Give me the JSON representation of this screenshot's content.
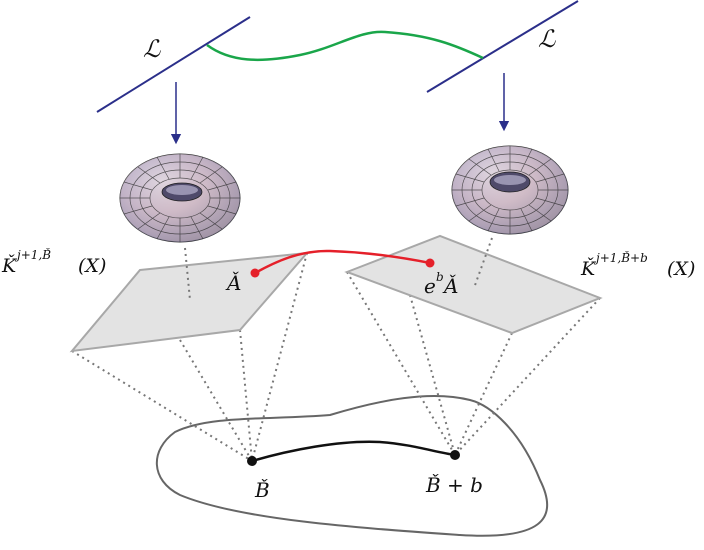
{
  "labels": {
    "line_left": "ℒ",
    "line_right": "ℒ",
    "plane_left": "Ǩ",
    "plane_left_sup": "j+1,B̌",
    "plane_left_arg": "(X)",
    "plane_right": "Ǩ",
    "plane_right_sup": "j+1,B̌+b",
    "plane_right_arg": "(X)",
    "point_left": "Ǎ",
    "point_right_coef": "e",
    "point_right_sup": "b",
    "point_right": "Ǎ",
    "base_left": "B̌",
    "base_right": "B̌ + b"
  },
  "colors": {
    "line": "#2b2f8a",
    "connection": "#1aa64a",
    "section_path": "#e5202a",
    "base_path": "#111111",
    "plane_fill": "#e3e3e3",
    "plane_stroke": "#a8a8a8",
    "dotted": "#777777",
    "boundary": "#666666"
  }
}
